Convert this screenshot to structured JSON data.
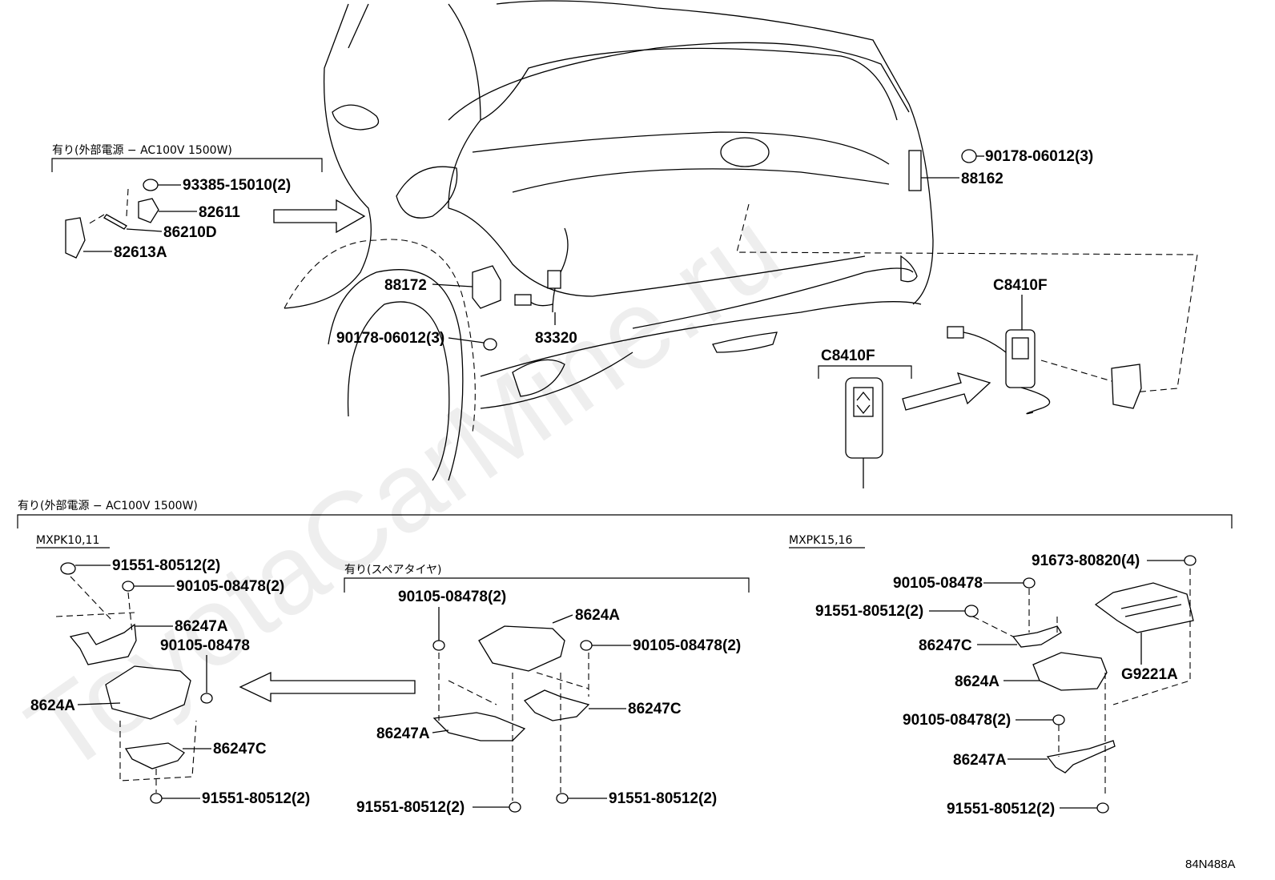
{
  "watermark": "ToyotaCarMine.ru",
  "diagram_id": "84N488A",
  "groups": {
    "top_condition": "有り(外部電源 − AC100V 1500W)",
    "main_condition": "有り(外部電源 − AC100V 1500W)",
    "spare_tire": "有り(スペアタイヤ)",
    "model_a": "MXPK10,11",
    "model_b": "MXPK15,16"
  },
  "parts": {
    "p93385": "93385-15010(2)",
    "p82611": "82611",
    "p86210d": "86210D",
    "p82613a": "82613A",
    "p88172": "88172",
    "p90178_left": "90178-06012(3)",
    "p83320": "83320",
    "p90178_right": "90178-06012(3)",
    "p88162": "88162",
    "c8410f_top": "C8410F",
    "c8410f_left": "C8410F",
    "a_91551_top": "91551-80512(2)",
    "a_90105_top": "90105-08478(2)",
    "a_86247a": "86247A",
    "a_90105_mid": "90105-08478",
    "a_8624a": "8624A",
    "a_86247c": "86247C",
    "a_91551_bot": "91551-80512(2)",
    "s_90105_left": "90105-08478(2)",
    "s_8624a": "8624A",
    "s_90105_right": "90105-08478(2)",
    "s_86247c": "86247C",
    "s_86247a": "86247A",
    "s_91551_left": "91551-80512(2)",
    "s_91551_right": "91551-80512(2)",
    "b_91673": "91673-80820(4)",
    "b_90105_top": "90105-08478",
    "b_91551_top": "91551-80512(2)",
    "b_86247c": "86247C",
    "b_8624a": "8624A",
    "b_g9221a": "G9221A",
    "b_90105_mid": "90105-08478(2)",
    "b_86247a": "86247A",
    "b_91551_bot": "91551-80512(2)"
  }
}
